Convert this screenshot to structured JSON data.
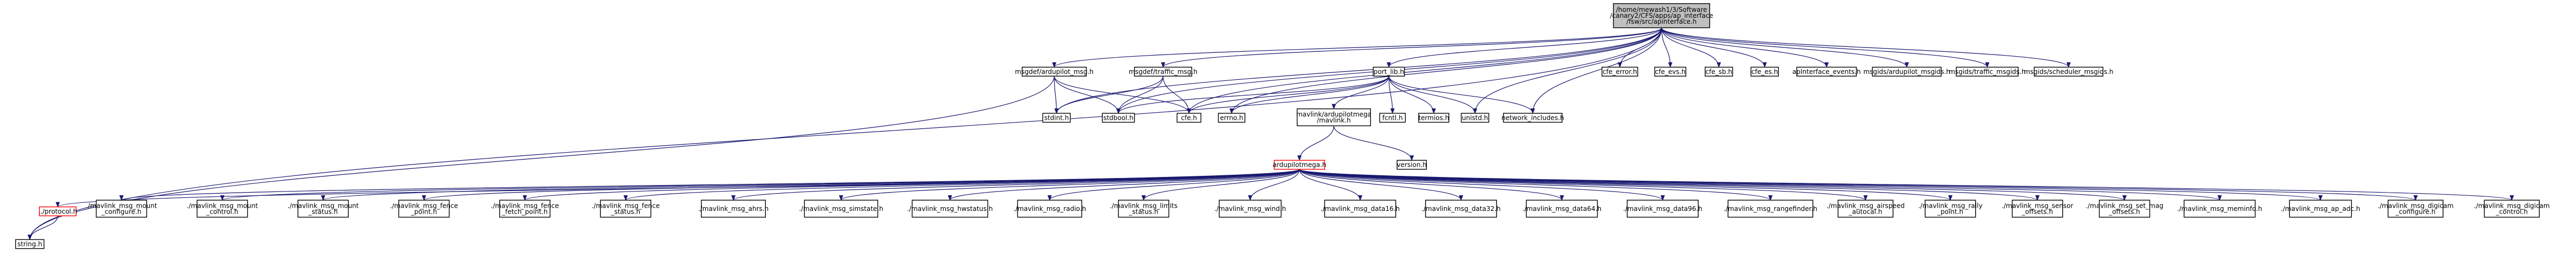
{
  "diagram": {
    "title_lines": [
      "/home/mewash1/3/Software",
      "/canary2/CFS/apps/ap_interface",
      "/fsw/src/apinterface.h"
    ],
    "nodes": [
      {
        "id": "root",
        "lines": [
          "/home/mewash1/3/Software",
          "/canary2/CFS/apps/ap_interface",
          "/fsw/src/apinterface.h"
        ],
        "kind": "root"
      },
      {
        "id": "mgdef_ardupilot",
        "lines": [
          "msgdef/ardupilot_msg.h"
        ]
      },
      {
        "id": "mgdef_traffic",
        "lines": [
          "msgdef/traffic_msg.h"
        ]
      },
      {
        "id": "port_lib",
        "lines": [
          "port_lib.h"
        ]
      },
      {
        "id": "cfe_error",
        "lines": [
          "cfe_error.h"
        ]
      },
      {
        "id": "cfe_evs",
        "lines": [
          "cfe_evs.h"
        ]
      },
      {
        "id": "cfe_sb",
        "lines": [
          "cfe_sb.h"
        ]
      },
      {
        "id": "cfe_es",
        "lines": [
          "cfe_es.h"
        ]
      },
      {
        "id": "ap_events",
        "lines": [
          "apInterface_events.h"
        ]
      },
      {
        "id": "msgids_ardupilot",
        "lines": [
          "msgids/ardupilot_msgids.h"
        ]
      },
      {
        "id": "msgids_traffic",
        "lines": [
          "msgids/traffic_msgids.h"
        ]
      },
      {
        "id": "msgids_scheduler",
        "lines": [
          "msgids/scheduler_msgids.h"
        ]
      },
      {
        "id": "stdint",
        "lines": [
          "stdint.h"
        ]
      },
      {
        "id": "stdbool",
        "lines": [
          "stdbool.h"
        ]
      },
      {
        "id": "cfe",
        "lines": [
          "cfe.h"
        ]
      },
      {
        "id": "errno",
        "lines": [
          "errno.h"
        ]
      },
      {
        "id": "mavlink_ardupilotmega",
        "lines": [
          "mavlink/ardupilotmega",
          "/mavlink.h"
        ]
      },
      {
        "id": "fcntl",
        "lines": [
          "fcntl.h"
        ]
      },
      {
        "id": "termios",
        "lines": [
          "termios.h"
        ]
      },
      {
        "id": "unistd",
        "lines": [
          "unistd.h"
        ]
      },
      {
        "id": "network_includes",
        "lines": [
          "network_includes.h"
        ]
      },
      {
        "id": "ardupilotmega",
        "lines": [
          "ardupilotmega.h"
        ],
        "kind": "missing"
      },
      {
        "id": "version",
        "lines": [
          "version.h"
        ]
      },
      {
        "id": "protocol",
        "lines": [
          "../protocol.h"
        ],
        "kind": "missing"
      },
      {
        "id": "m_mount_configure",
        "lines": [
          "./mavlink_msg_mount",
          "_configure.h"
        ]
      },
      {
        "id": "m_mount_control",
        "lines": [
          "./mavlink_msg_mount",
          "_control.h"
        ]
      },
      {
        "id": "m_mount_status",
        "lines": [
          "./mavlink_msg_mount",
          "_status.h"
        ]
      },
      {
        "id": "m_fence_point",
        "lines": [
          "./mavlink_msg_fence",
          "_point.h"
        ]
      },
      {
        "id": "m_fence_fetch_point",
        "lines": [
          "./mavlink_msg_fence",
          "_fetch_point.h"
        ]
      },
      {
        "id": "m_fence_status",
        "lines": [
          "./mavlink_msg_fence",
          "_status.h"
        ]
      },
      {
        "id": "m_ahrs",
        "lines": [
          "./mavlink_msg_ahrs.h"
        ]
      },
      {
        "id": "m_simstate",
        "lines": [
          "./mavlink_msg_simstate.h"
        ]
      },
      {
        "id": "m_hwstatus",
        "lines": [
          "./mavlink_msg_hwstatus.h"
        ]
      },
      {
        "id": "m_radio",
        "lines": [
          "./mavlink_msg_radio.h"
        ]
      },
      {
        "id": "m_limits_status",
        "lines": [
          "./mavlink_msg_limits",
          "_status.h"
        ]
      },
      {
        "id": "m_wind",
        "lines": [
          "./mavlink_msg_wind.h"
        ]
      },
      {
        "id": "m_data16",
        "lines": [
          "./mavlink_msg_data16.h"
        ]
      },
      {
        "id": "m_data32",
        "lines": [
          "./mavlink_msg_data32.h"
        ]
      },
      {
        "id": "m_data64",
        "lines": [
          "./mavlink_msg_data64.h"
        ]
      },
      {
        "id": "m_data96",
        "lines": [
          "./mavlink_msg_data96.h"
        ]
      },
      {
        "id": "m_rangefinder",
        "lines": [
          "./mavlink_msg_rangefinder.h"
        ]
      },
      {
        "id": "m_airspeed_autocal",
        "lines": [
          "./mavlink_msg_airspeed",
          "_autocal.h"
        ]
      },
      {
        "id": "m_rally_point",
        "lines": [
          "./mavlink_msg_rally",
          "_point.h"
        ]
      },
      {
        "id": "m_sensor_offsets",
        "lines": [
          "./mavlink_msg_sensor",
          "_offsets.h"
        ]
      },
      {
        "id": "m_set_mag_offsets",
        "lines": [
          "./mavlink_msg_set_mag",
          "_offsets.h"
        ]
      },
      {
        "id": "m_meminfo",
        "lines": [
          "./mavlink_msg_meminfo.h"
        ]
      },
      {
        "id": "m_ap_adc",
        "lines": [
          "./mavlink_msg_ap_adc.h"
        ]
      },
      {
        "id": "m_digicam_configure",
        "lines": [
          "./mavlink_msg_digicam",
          "_configure.h"
        ]
      },
      {
        "id": "m_digicam_control",
        "lines": [
          "./mavlink_msg_digicam",
          "_control.h"
        ]
      },
      {
        "id": "string",
        "lines": [
          "string.h"
        ]
      }
    ],
    "edges": [
      [
        "root",
        "mgdef_ardupilot"
      ],
      [
        "root",
        "mgdef_traffic"
      ],
      [
        "root",
        "port_lib"
      ],
      [
        "root",
        "cfe_error"
      ],
      [
        "root",
        "cfe_evs"
      ],
      [
        "root",
        "cfe_sb"
      ],
      [
        "root",
        "cfe_es"
      ],
      [
        "root",
        "ap_events"
      ],
      [
        "root",
        "msgids_ardupilot"
      ],
      [
        "root",
        "msgids_traffic"
      ],
      [
        "root",
        "msgids_scheduler"
      ],
      [
        "root",
        "cfe"
      ],
      [
        "root",
        "unistd"
      ],
      [
        "root",
        "network_includes"
      ],
      [
        "root",
        "string"
      ],
      [
        "root",
        "errno"
      ],
      [
        "root",
        "stdint"
      ],
      [
        "root",
        "stdbool"
      ],
      [
        "mgdef_ardupilot",
        "stdint"
      ],
      [
        "mgdef_ardupilot",
        "stdbool"
      ],
      [
        "mgdef_ardupilot",
        "cfe"
      ],
      [
        "mgdef_ardupilot",
        "string"
      ],
      [
        "mgdef_traffic",
        "stdint"
      ],
      [
        "mgdef_traffic",
        "stdbool"
      ],
      [
        "mgdef_traffic",
        "cfe"
      ],
      [
        "port_lib",
        "cfe"
      ],
      [
        "port_lib",
        "errno"
      ],
      [
        "port_lib",
        "mavlink_ardupilotmega"
      ],
      [
        "port_lib",
        "fcntl"
      ],
      [
        "port_lib",
        "termios"
      ],
      [
        "port_lib",
        "unistd"
      ],
      [
        "port_lib",
        "network_includes"
      ],
      [
        "port_lib",
        "stdbool"
      ],
      [
        "mavlink_ardupilotmega",
        "ardupilotmega"
      ],
      [
        "mavlink_ardupilotmega",
        "version"
      ],
      [
        "ardupilotmega",
        "protocol"
      ],
      [
        "ardupilotmega",
        "m_mount_configure"
      ],
      [
        "ardupilotmega",
        "m_mount_control"
      ],
      [
        "ardupilotmega",
        "m_mount_status"
      ],
      [
        "ardupilotmega",
        "m_fence_point"
      ],
      [
        "ardupilotmega",
        "m_fence_fetch_point"
      ],
      [
        "ardupilotmega",
        "m_fence_status"
      ],
      [
        "ardupilotmega",
        "m_ahrs"
      ],
      [
        "ardupilotmega",
        "m_simstate"
      ],
      [
        "ardupilotmega",
        "m_hwstatus"
      ],
      [
        "ardupilotmega",
        "m_radio"
      ],
      [
        "ardupilotmega",
        "m_limits_status"
      ],
      [
        "ardupilotmega",
        "m_wind"
      ],
      [
        "ardupilotmega",
        "m_data16"
      ],
      [
        "ardupilotmega",
        "m_data32"
      ],
      [
        "ardupilotmega",
        "m_data64"
      ],
      [
        "ardupilotmega",
        "m_data96"
      ],
      [
        "ardupilotmega",
        "m_rangefinder"
      ],
      [
        "ardupilotmega",
        "m_airspeed_autocal"
      ],
      [
        "ardupilotmega",
        "m_rally_point"
      ],
      [
        "ardupilotmega",
        "m_sensor_offsets"
      ],
      [
        "ardupilotmega",
        "m_set_mag_offsets"
      ],
      [
        "ardupilotmega",
        "m_meminfo"
      ],
      [
        "ardupilotmega",
        "m_ap_adc"
      ],
      [
        "ardupilotmega",
        "m_digicam_configure"
      ],
      [
        "ardupilotmega",
        "m_digicam_control"
      ],
      [
        "protocol",
        "string"
      ]
    ]
  }
}
